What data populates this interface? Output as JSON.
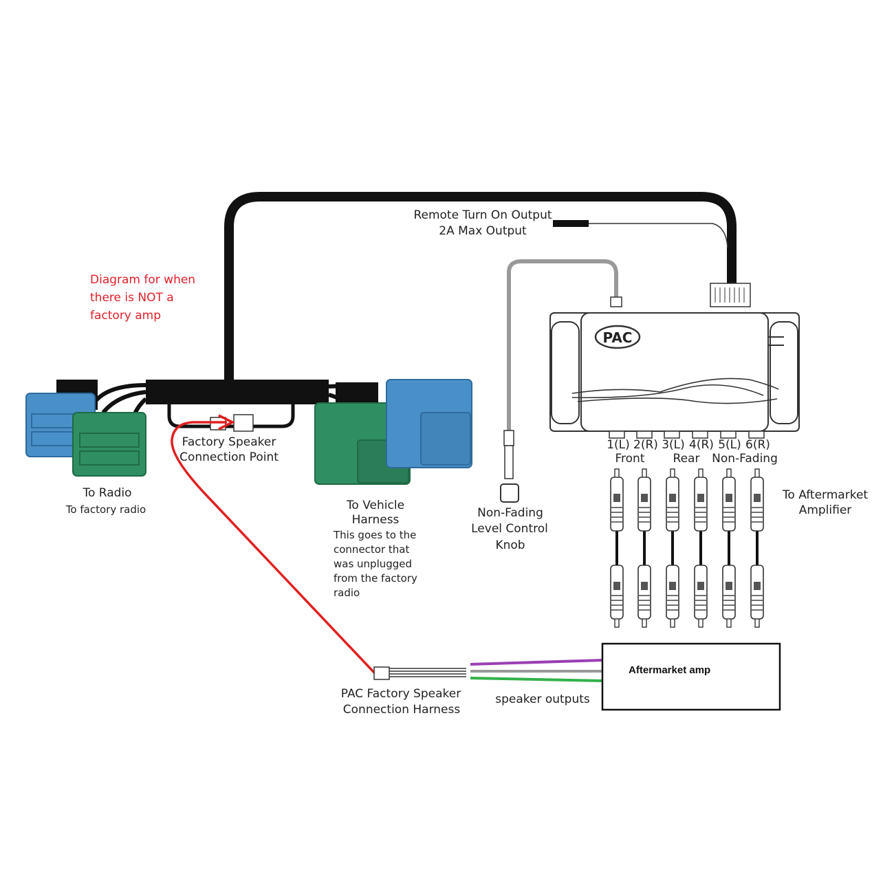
{
  "note": {
    "lines": [
      "Diagram for when",
      "there is NOT a",
      "factory amp"
    ],
    "color": "#e0202a"
  },
  "remote": {
    "line1": "Remote Turn On Output",
    "line2": "2A Max Output"
  },
  "module": {
    "brand": "PAC",
    "channels": [
      "1(L)",
      "2(R)",
      "3(L)",
      "4(R)",
      "5(L)",
      "6(R)"
    ],
    "groups": [
      "Front",
      "Rear",
      "Non-Fading"
    ]
  },
  "radio": {
    "title": "To Radio",
    "subtitle": "To factory radio"
  },
  "factory_speaker_point": {
    "line1": "Factory Speaker",
    "line2": "Connection Point"
  },
  "vehicle": {
    "title_lines": [
      "To Vehicle",
      "Harness"
    ],
    "desc_lines": [
      "This goes to the",
      "connector that",
      "was unplugged",
      "from the factory",
      "radio"
    ]
  },
  "knob": {
    "lines": [
      "Non-Fading",
      "Level Control",
      "Knob"
    ]
  },
  "aftermarket_label": {
    "lines": [
      "To Aftermarket",
      "Amplifier"
    ]
  },
  "amp": {
    "title": "Aftermarket amp"
  },
  "pac_harness": {
    "lines": [
      "PAC Factory Speaker",
      "Connection Harness"
    ]
  },
  "speaker_outputs": "speaker outputs",
  "colors": {
    "connector_blue": "#4a90c8",
    "connector_green": "#2f8f62",
    "wire_black": "#111111",
    "wire_gray": "#999999",
    "wire_red": "#e02020",
    "wire_purple": "#9b3fb5",
    "wire_green": "#33b24a"
  }
}
